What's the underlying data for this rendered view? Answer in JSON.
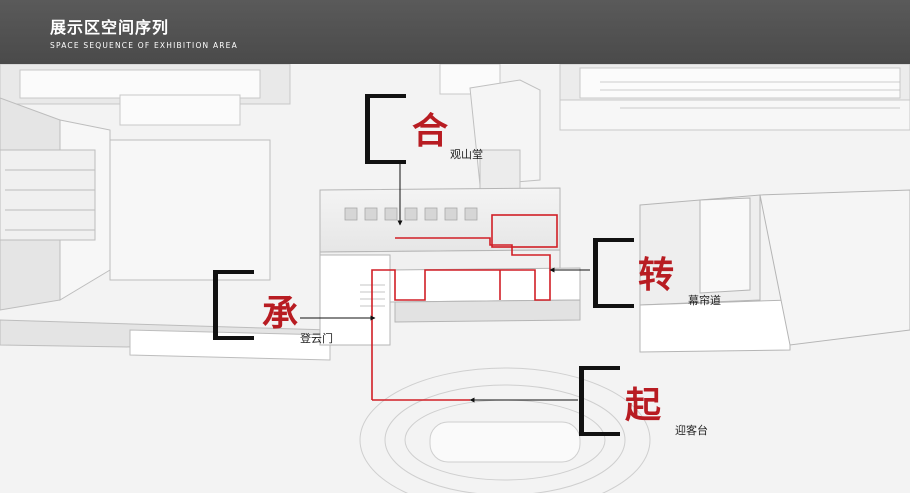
{
  "header": {
    "title_cn": "展示区空间序列",
    "title_en": "SPACE SEQUENCE OF EXHIBITION AREA"
  },
  "stages": {
    "he": {
      "char": "合",
      "label": "观山堂"
    },
    "zhuan": {
      "char": "转",
      "label": "幕帘道"
    },
    "cheng": {
      "char": "承",
      "label": "登云门"
    },
    "qi": {
      "char": "起",
      "label": "迎客台"
    }
  },
  "colors": {
    "header_bg": "#4f4f4f",
    "accent_red": "#b81c22",
    "bracket": "#111111",
    "model": "#ffffff"
  }
}
